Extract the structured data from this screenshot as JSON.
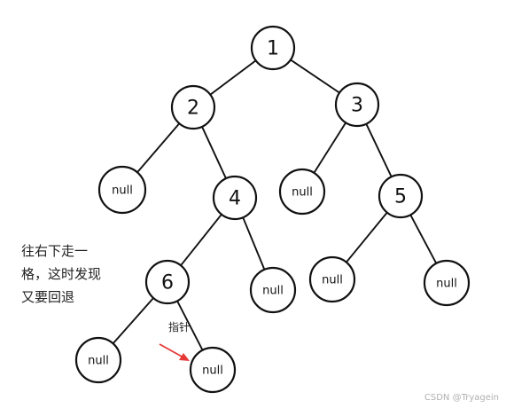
{
  "tree": {
    "nodes": [
      {
        "id": "n1",
        "label": "1"
      },
      {
        "id": "n2",
        "label": "2"
      },
      {
        "id": "n3",
        "label": "3"
      },
      {
        "id": "null-2-left",
        "label": "null"
      },
      {
        "id": "n4",
        "label": "4"
      },
      {
        "id": "null-3-left",
        "label": "null"
      },
      {
        "id": "n5",
        "label": "5"
      },
      {
        "id": "n6",
        "label": "6"
      },
      {
        "id": "null-4-right",
        "label": "null"
      },
      {
        "id": "null-5-left",
        "label": "null"
      },
      {
        "id": "null-5-right",
        "label": "null"
      },
      {
        "id": "null-6-left",
        "label": "null"
      },
      {
        "id": "null-6-right",
        "label": "null"
      }
    ],
    "edges": [
      {
        "from": "n1",
        "to": "n2"
      },
      {
        "from": "n1",
        "to": "n3"
      },
      {
        "from": "n2",
        "to": "null-2-left"
      },
      {
        "from": "n2",
        "to": "n4"
      },
      {
        "from": "n3",
        "to": "null-3-left"
      },
      {
        "from": "n3",
        "to": "n5"
      },
      {
        "from": "n4",
        "to": "n6"
      },
      {
        "from": "n4",
        "to": "null-4-right"
      },
      {
        "from": "n5",
        "to": "null-5-left"
      },
      {
        "from": "n5",
        "to": "null-5-right"
      },
      {
        "from": "n6",
        "to": "null-6-left"
      },
      {
        "from": "n6",
        "to": "null-6-right"
      }
    ]
  },
  "annotation": {
    "lines": [
      "往右下走一",
      "格，这时发现",
      "又要回退"
    ]
  },
  "pointer": {
    "label": "指针",
    "target": "null-6-right",
    "color": "#e53935"
  },
  "watermark": "CSDN @Tryagein",
  "colors": {
    "stroke": "#111111",
    "arrow": "#e53935"
  }
}
